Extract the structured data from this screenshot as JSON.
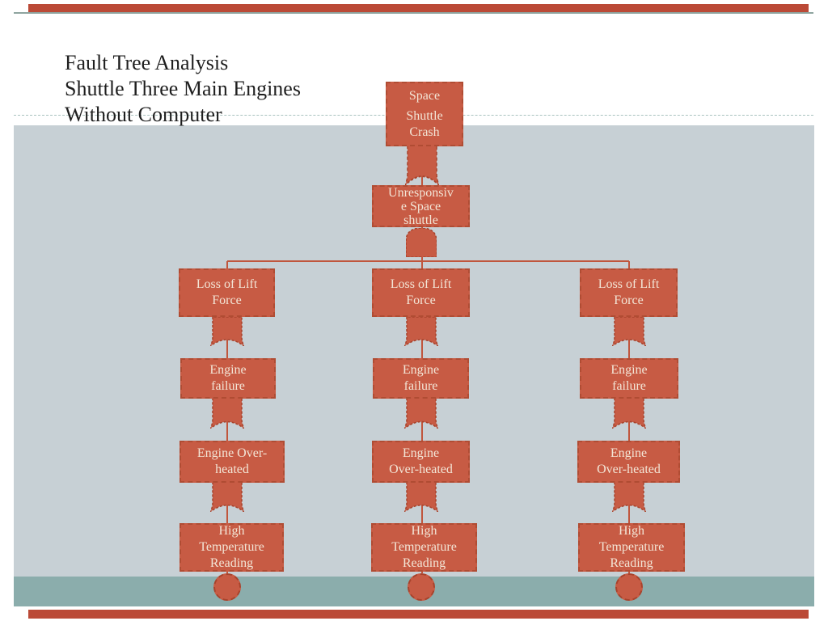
{
  "slide": {
    "title_lines": [
      "Fault Tree Analysis",
      "Shuttle Three Main Engines",
      "Without Computer"
    ]
  },
  "colors": {
    "node_fill": "#c75b44",
    "node_border": "#b04c33",
    "node_text": "#f3e5d6",
    "canvas_background": "#c7d0d5",
    "teal_band": "#8badac",
    "accent_bar": "#bb4a37",
    "connector_line": "#c0563d"
  },
  "icons": {
    "or_gate": "or-gate (curved concave bottom)",
    "and_gate": "and-gate (dome)",
    "basic_event": "circle"
  },
  "tree": {
    "root": {
      "lines": [
        "Space",
        "Shuttle",
        "Crash"
      ]
    },
    "level2": {
      "lines": [
        "Unresponsiv",
        "e Space",
        "shuttle"
      ]
    },
    "gates": {
      "root_to_level2": "OR",
      "level2_to_branches": "AND",
      "branch_gates": "OR"
    },
    "branches": [
      {
        "nodes": [
          {
            "lines": [
              "Loss of Lift",
              "Force"
            ]
          },
          {
            "lines": [
              "Engine",
              "failure"
            ]
          },
          {
            "lines": [
              "Engine Over-",
              "heated"
            ]
          },
          {
            "lines": [
              "High",
              "Temperature",
              "Reading"
            ]
          }
        ]
      },
      {
        "nodes": [
          {
            "lines": [
              "Loss of Lift",
              "Force"
            ]
          },
          {
            "lines": [
              "Engine",
              "failure"
            ]
          },
          {
            "lines": [
              "Engine",
              "Over-heated"
            ]
          },
          {
            "lines": [
              "High",
              "Temperature",
              "Reading"
            ]
          }
        ]
      },
      {
        "nodes": [
          {
            "lines": [
              "Loss of Lift",
              "Force"
            ]
          },
          {
            "lines": [
              "Engine",
              "failure"
            ]
          },
          {
            "lines": [
              "Engine",
              "Over-heated"
            ]
          },
          {
            "lines": [
              "High",
              "Temperature",
              "Reading"
            ]
          }
        ]
      }
    ]
  }
}
